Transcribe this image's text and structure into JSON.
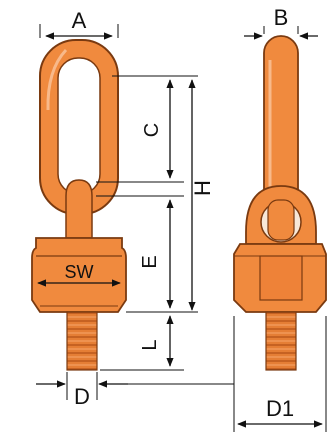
{
  "title": "",
  "colors": {
    "body": "#F08A3E",
    "body_light": "#F8B98A",
    "body_dark": "#D86A20",
    "outline": "#7A3A10",
    "dimension_line": "#111111"
  },
  "dimensions": {
    "A": "A",
    "B": "B",
    "C": "C",
    "H": "H",
    "E": "E",
    "SW": "SW",
    "L": "L",
    "D": "D",
    "D1": "D1"
  }
}
